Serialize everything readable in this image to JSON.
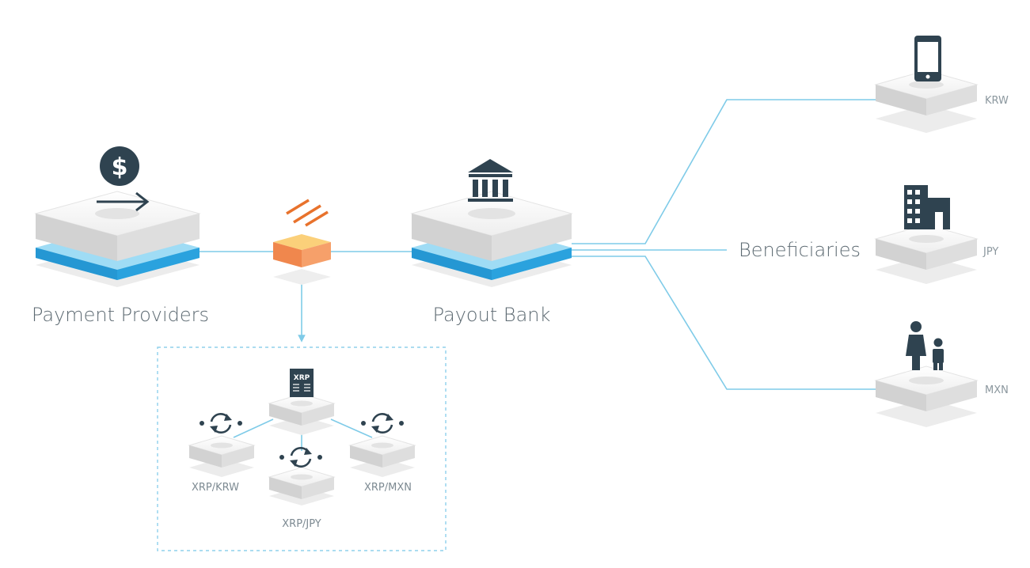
{
  "diagram": {
    "nodes": {
      "payment_providers": {
        "label": "Payment Providers",
        "icon": "dollar-transfer-icon"
      },
      "payout_bank": {
        "label": "Payout Bank",
        "icon": "bank-icon"
      },
      "beneficiaries": {
        "label": "Beneficiaries"
      },
      "ripple_connector": {
        "icon": "ripple-stripes-icon"
      }
    },
    "beneficiaries": [
      {
        "currency": "KRW",
        "icon": "mobile-phone-icon"
      },
      {
        "currency": "JPY",
        "icon": "building-icon"
      },
      {
        "currency": "MXN",
        "icon": "family-icon"
      }
    ],
    "exchange": {
      "ledger_icon_text": "XRP",
      "pairs": [
        {
          "label": "XRP/KRW",
          "icon": "exchange-cycle-icon"
        },
        {
          "label": "XRP/JPY",
          "icon": "exchange-cycle-icon"
        },
        {
          "label": "XRP/MXN",
          "icon": "exchange-cycle-icon"
        }
      ]
    },
    "colors": {
      "connector_line": "#7fcbe8",
      "blue_layer": "#1e9ad6",
      "orange_box": "#f2955b",
      "icon_dark": "#2f4350",
      "dashed_border": "#8fd0ec"
    }
  }
}
